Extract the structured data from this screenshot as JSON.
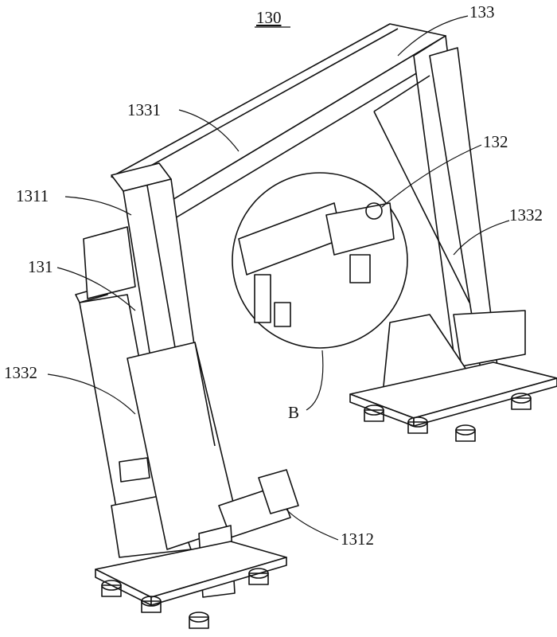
{
  "figure": {
    "title_ref": "130",
    "labels": {
      "frame": "133",
      "beam": "1331",
      "clamp_assembly": "132",
      "column_inner": "1311",
      "support_right": "1332",
      "column": "131",
      "support_left": "1332",
      "detail": "B",
      "foot_block": "1312"
    }
  }
}
